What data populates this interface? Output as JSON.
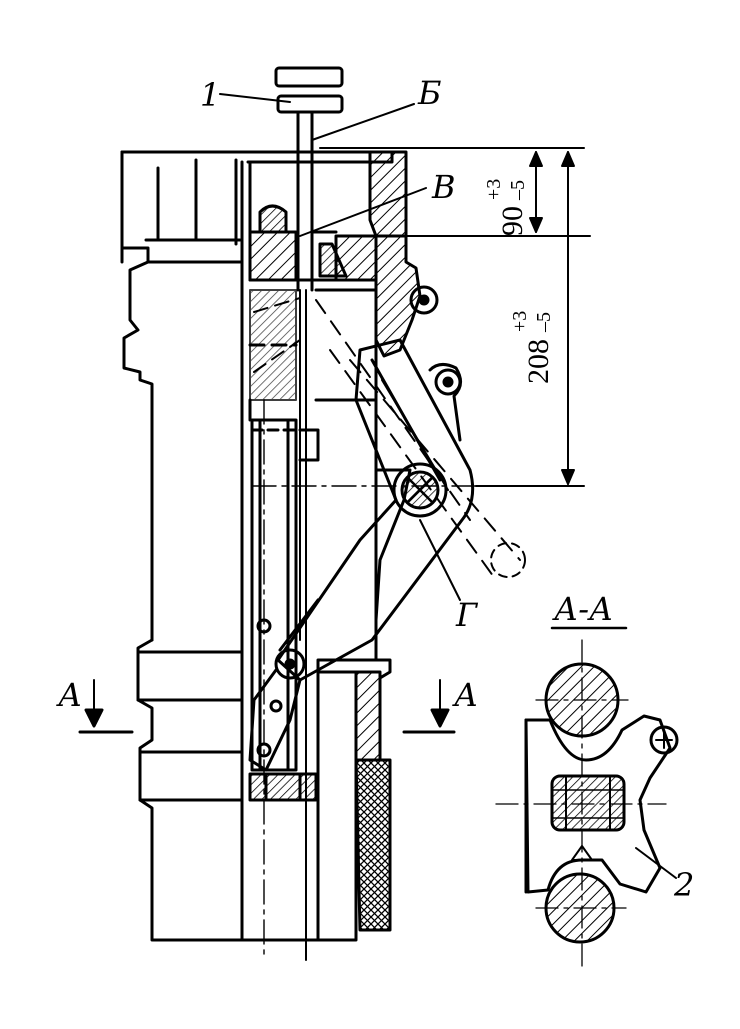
{
  "labels": {
    "part_1": "1",
    "point_b": "Б",
    "point_v": "В",
    "point_g": "Г",
    "section_mark_left": "А",
    "section_mark_right": "А",
    "section_title": "А-А",
    "part_2": "2"
  },
  "dimensions": {
    "upper": {
      "value": "90",
      "upper_tol": "+3",
      "lower_tol": "–5"
    },
    "lower": {
      "value": "208",
      "upper_tol": "+3",
      "lower_tol": "–5"
    }
  },
  "colors": {
    "ink": "#000000",
    "paper": "#ffffff"
  }
}
